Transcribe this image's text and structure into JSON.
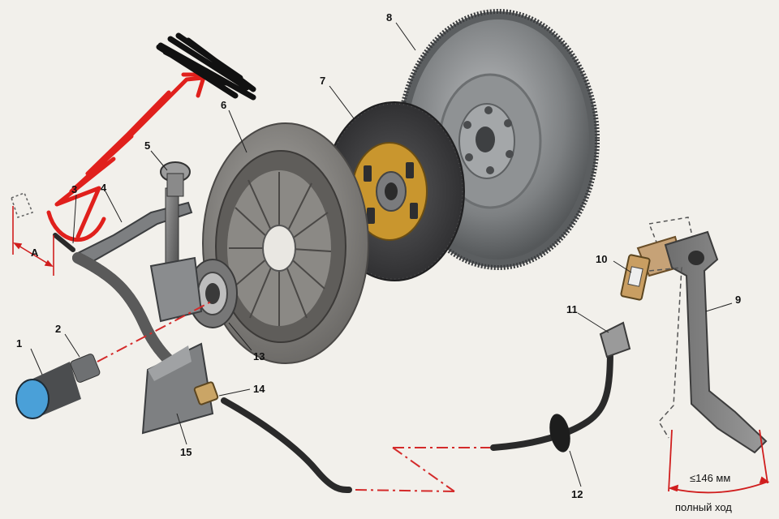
{
  "labels": {
    "n1": "1",
    "n2": "2",
    "n3": "3",
    "n4": "4",
    "n5": "5",
    "n6": "6",
    "n7": "7",
    "n8": "8",
    "n9": "9",
    "n10": "10",
    "n11": "11",
    "n12": "12",
    "n13": "13",
    "n14": "14",
    "n15": "15"
  },
  "dimensions": {
    "a": "A",
    "pedal_travel": "≤146 мм",
    "pedal_travel_caption": "полный ход"
  },
  "colors": {
    "annotation_red": "#e0201c",
    "scribble": "#111111",
    "metal": "#8a8c8e",
    "friction_disc": "#3a3a3c",
    "hub": "#c9962e",
    "cable": "#2a2a2a"
  }
}
